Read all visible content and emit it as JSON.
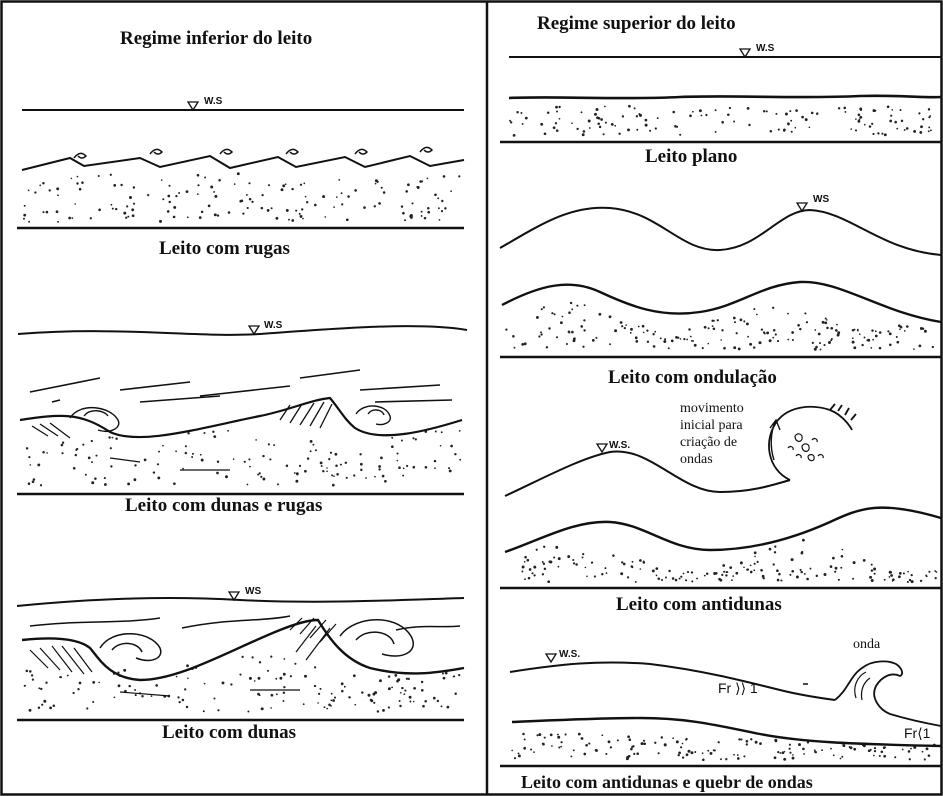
{
  "diagram": {
    "left_title": "Regime inferior do leito",
    "right_title": "Regime superior do leito",
    "panels": [
      {
        "caption": "Leito com rugas",
        "ws": "W.S"
      },
      {
        "caption": "Leito com dunas e rugas",
        "ws": "W.S"
      },
      {
        "caption": "Leito com dunas",
        "ws": "WS"
      },
      {
        "caption": "Leito plano",
        "ws": "W.S"
      },
      {
        "caption": "Leito com ondulação",
        "ws": "WS"
      },
      {
        "caption": "Leito com antidunas",
        "ws": "W.S."
      },
      {
        "caption": "Leito com antidunas e quebr de ondas",
        "ws": "W.S."
      }
    ],
    "annotations": {
      "wave_start": [
        "movimento",
        "inicial para",
        "criação de",
        "ondas"
      ],
      "wave": "onda",
      "froude_high": "Fr ⟩⟩ 1",
      "froude_low": "Fr⟨1"
    }
  }
}
